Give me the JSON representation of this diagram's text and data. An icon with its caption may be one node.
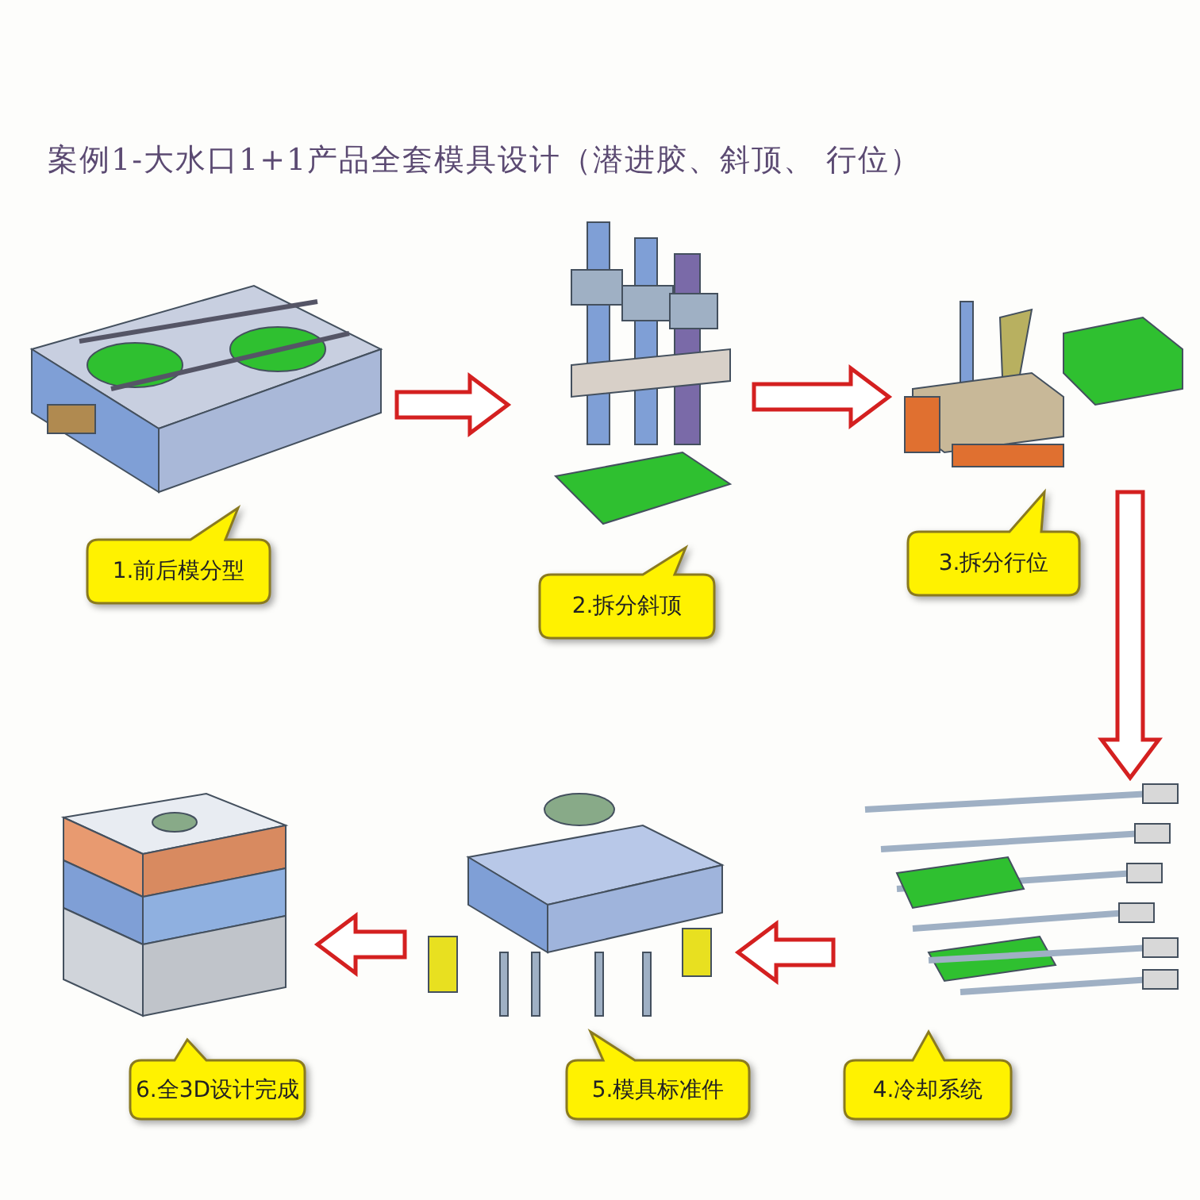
{
  "diagram": {
    "title": "案例1-大水口1+1产品全套模具设计（潜进胶、斜顶、 行位）",
    "nodes": [
      {
        "text": [],
        "shape": "picture"
      },
      {
        "text": [],
        "shape": "picture"
      },
      {
        "text": [],
        "shape": "picture"
      },
      {
        "text": [],
        "shape": "picture"
      },
      {
        "text": [],
        "shape": "picture"
      },
      {
        "text": [],
        "shape": "picture"
      },
      {
        "text": [
          "1.前后模分型"
        ]
      },
      {
        "text": [
          "2.拆分斜顶"
        ]
      },
      {
        "text": [
          "3.拆分行位"
        ]
      },
      {
        "text": [
          "4.冷却系统"
        ]
      },
      {
        "text": [
          "5.模具标准件"
        ]
      },
      {
        "text": [
          "6.全3D设计完成"
        ]
      }
    ],
    "edges": [
      {
        "from": 0,
        "to": 1,
        "arrow": "to"
      },
      {
        "from": 1,
        "to": 2,
        "arrow": "to"
      },
      {
        "from": 2,
        "to": 3,
        "arrow": "to"
      },
      {
        "from": 3,
        "to": 4,
        "arrow": "to"
      },
      {
        "from": 4,
        "to": 5,
        "arrow": "to"
      }
    ]
  }
}
